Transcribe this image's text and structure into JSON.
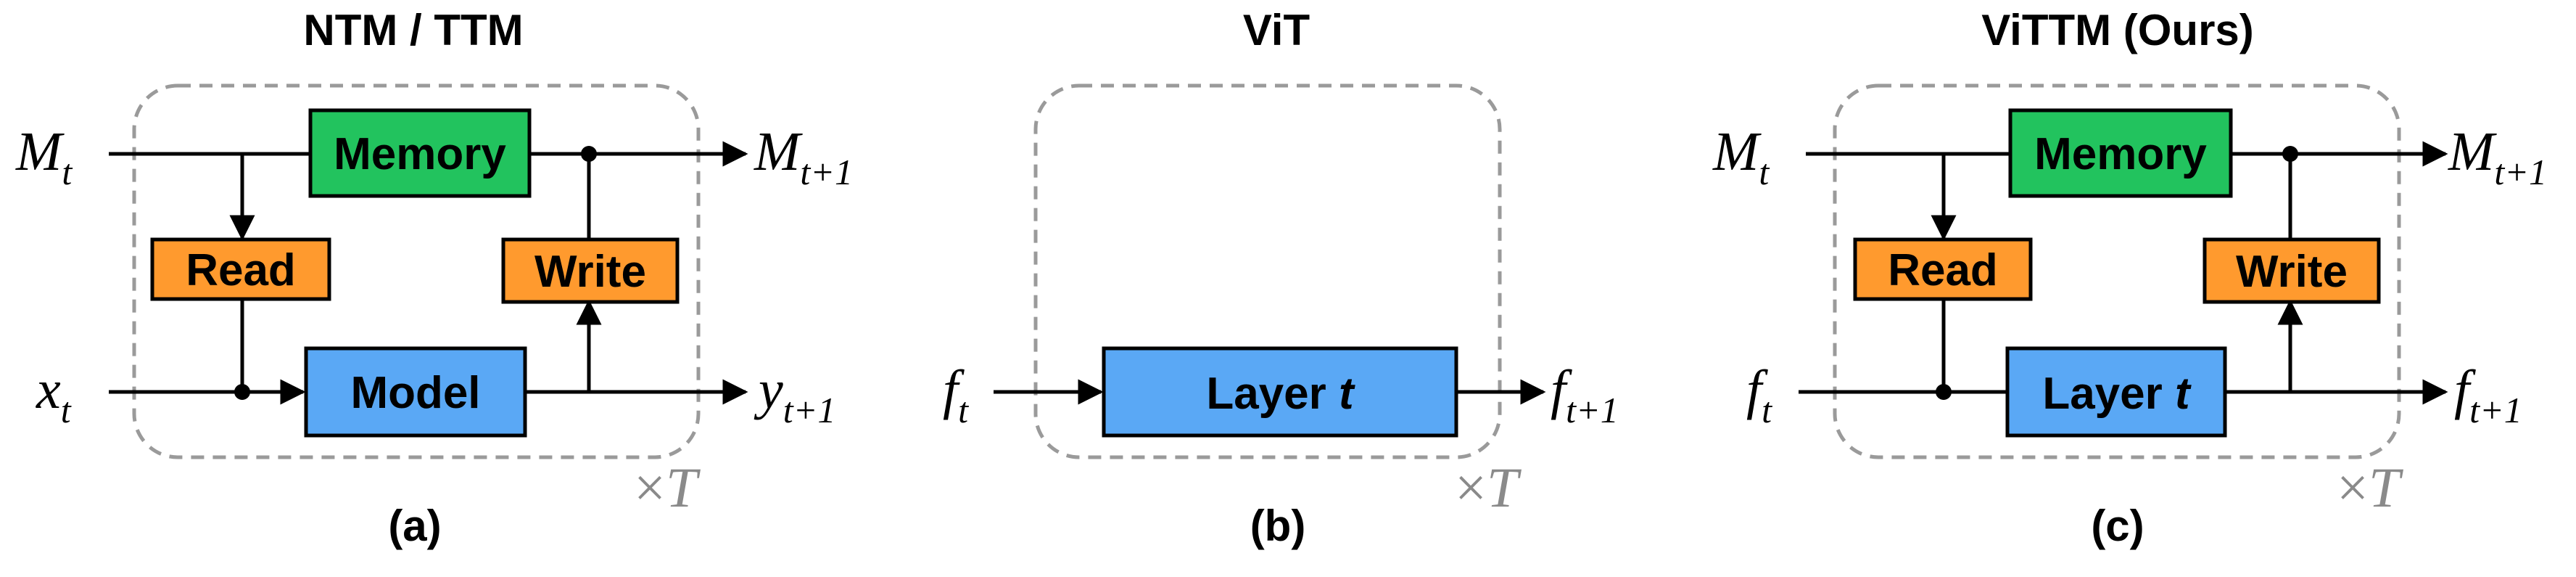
{
  "panels": {
    "a": {
      "title": "NTM / TTM",
      "caption": "(a)",
      "memory_label": "Memory",
      "read_label": "Read",
      "write_label": "Write",
      "model_label": "Model",
      "in_top": {
        "base": "M",
        "sub": "t"
      },
      "out_top": {
        "base": "M",
        "sub": "t+1"
      },
      "in_bottom": {
        "base": "x",
        "sub": "t"
      },
      "out_bottom": {
        "base": "y",
        "sub": "t+1"
      },
      "repeat": {
        "sym": "×",
        "var": "T"
      }
    },
    "b": {
      "title": "ViT",
      "caption": "(b)",
      "layer_label": "Layer",
      "layer_var": "t",
      "in_bottom": {
        "base": "f",
        "sub": "t"
      },
      "out_bottom": {
        "base": "f",
        "sub": "t+1"
      },
      "repeat": {
        "sym": "×",
        "var": "T"
      }
    },
    "c": {
      "title": "ViTTM (Ours)",
      "caption": "(c)",
      "memory_label": "Memory",
      "read_label": "Read",
      "write_label": "Write",
      "layer_label": "Layer",
      "layer_var": "t",
      "in_top": {
        "base": "M",
        "sub": "t"
      },
      "out_top": {
        "base": "M",
        "sub": "t+1"
      },
      "in_bottom": {
        "base": "f",
        "sub": "t"
      },
      "out_bottom": {
        "base": "f",
        "sub": "t+1"
      },
      "repeat": {
        "sym": "×",
        "var": "T"
      }
    }
  },
  "colors": {
    "memory": "#22c35e",
    "read_write": "#ff9a2e",
    "model": "#5aa8f5",
    "dashed_frame": "#9a9a9a"
  }
}
